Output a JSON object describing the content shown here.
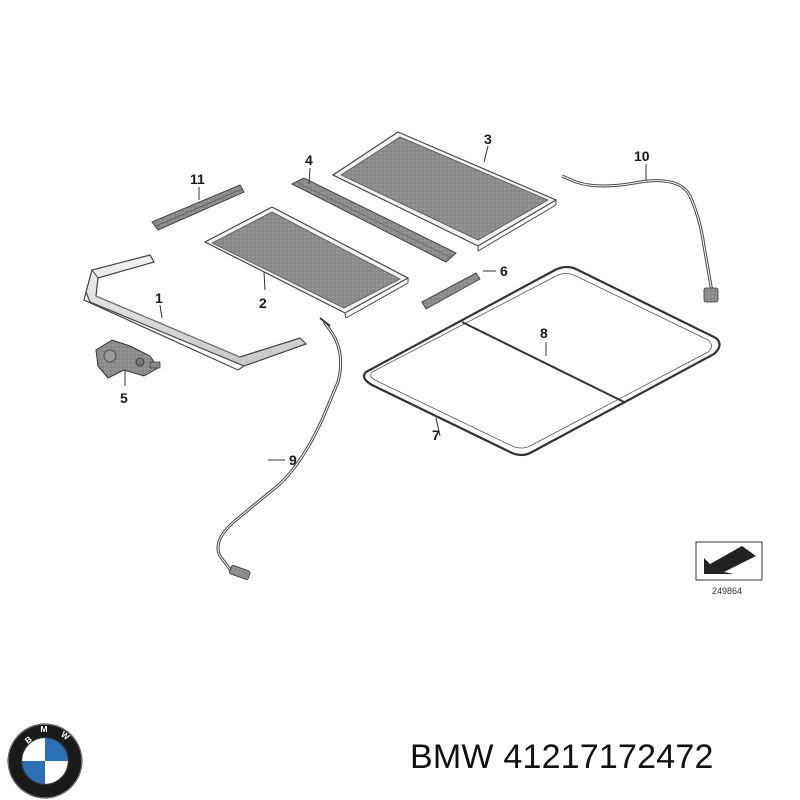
{
  "callouts": {
    "c1": "1",
    "c2": "2",
    "c3": "3",
    "c4": "4",
    "c5": "5",
    "c6": "6",
    "c7": "7",
    "c8": "8",
    "c9": "9",
    "c10": "10",
    "c11": "11"
  },
  "reference": {
    "number": "249864"
  },
  "caption": {
    "brand": "BMW",
    "part_number": "41217172472"
  },
  "logo": {
    "lettering": "BMW",
    "colors": {
      "ring": "#1a1a1a",
      "blue": "#2b6fb6",
      "white": "#ffffff"
    }
  }
}
